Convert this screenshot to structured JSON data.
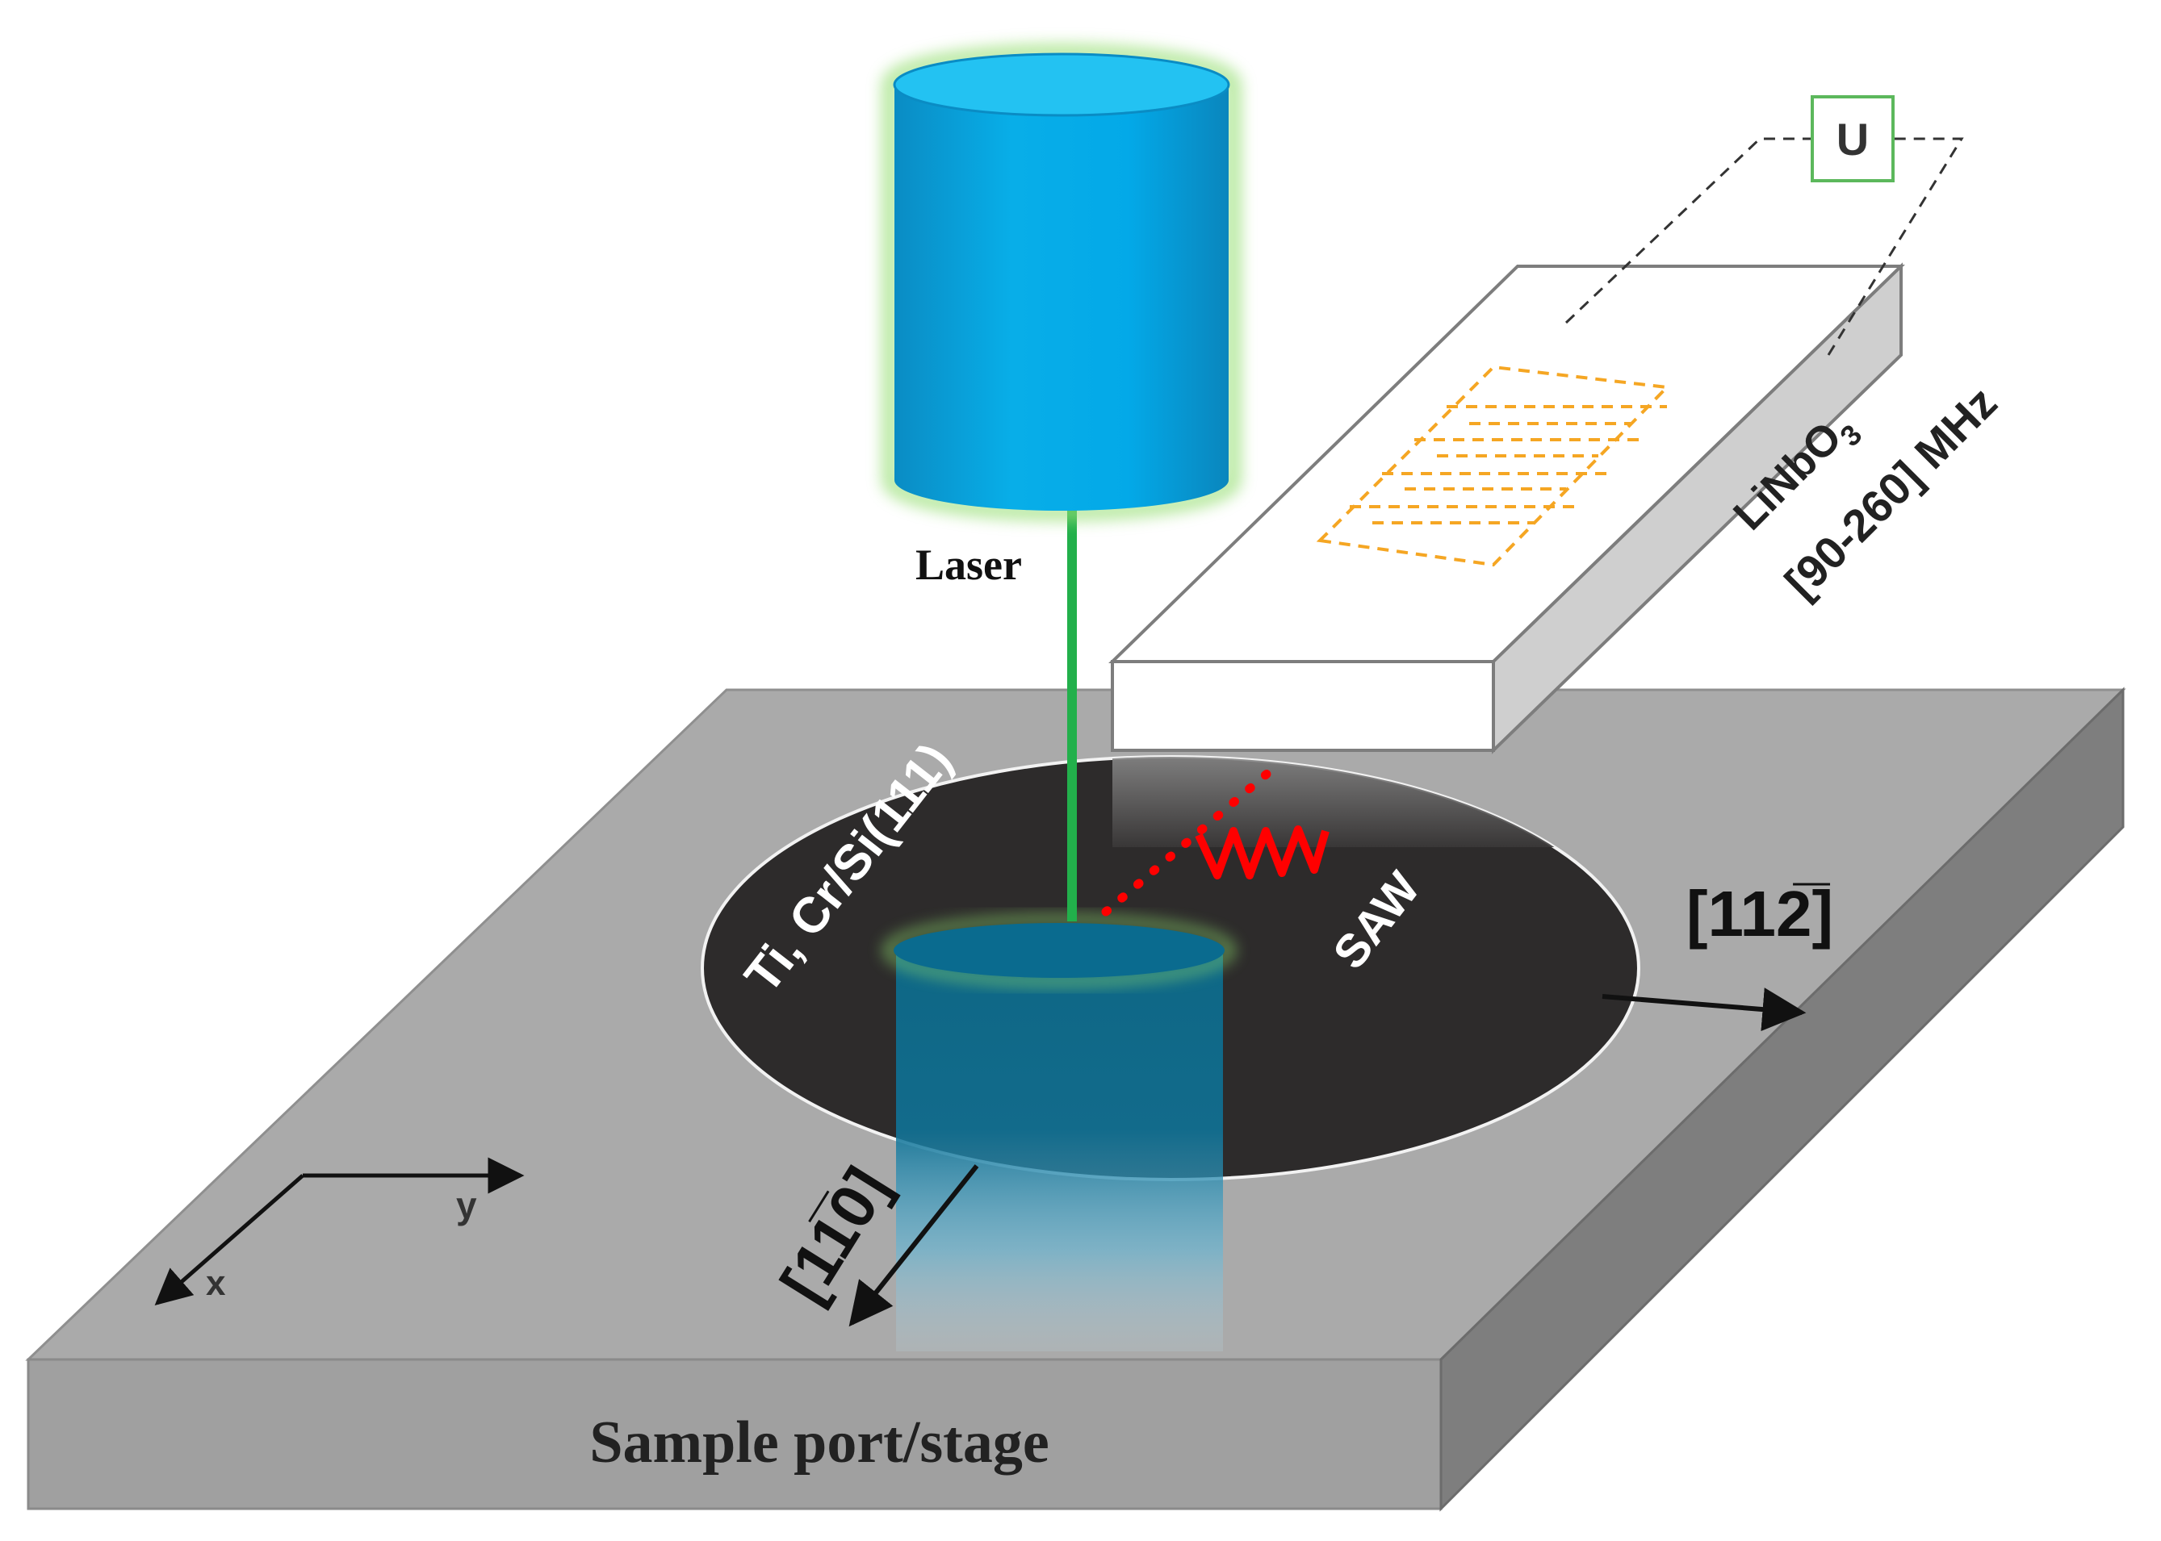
{
  "labels": {
    "laser": "Laser",
    "film": "Ti, Cr/Si(111)",
    "saw": "SAW",
    "crystal": "LiNbO",
    "crystal_sub": "3",
    "frequency": "[90-260] MHz",
    "voltage": "U",
    "dir_112": "[112̅]",
    "dir_110": "[11̅0]",
    "axis_x": "x",
    "axis_y": "y",
    "stage": "Sample port/stage"
  },
  "colors": {
    "stage_top": "#aaaaaa",
    "stage_front": "#9d9d9d",
    "stage_side": "#7d7d7d",
    "sample_dark": "#2d2b2b",
    "laser_body": "#00b0ec",
    "laser_glow": "#9be07a",
    "beam": "#22b04b",
    "transducer": "#f5a623",
    "saw_wave": "#ff0000",
    "voltage_box": "#5cb85c"
  }
}
